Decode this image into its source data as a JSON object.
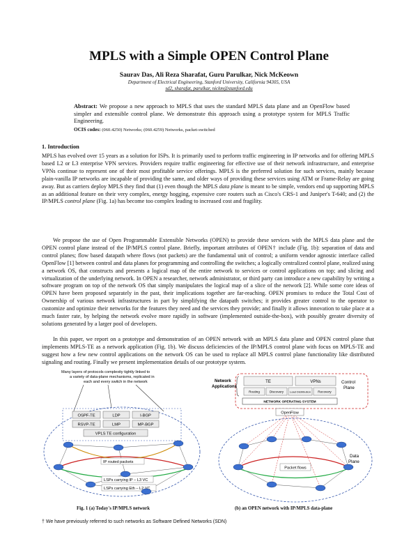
{
  "title": "MPLS with a Simple OPEN Control Plane",
  "authors": "Saurav Das, Ali Reza Sharafat, Guru Parulkar, Nick McKeown",
  "affiliation": "Department of Electrical Engineering, Stanford University, California 94305, USA",
  "email": "sd2, sharafat, parulkar, nickm@stanford.edu",
  "abstract": {
    "label": "Abstract:",
    "text": "We propose a new approach to MPLS that uses the standard MPLS data plane and an OpenFlow based simpler and extensible control plane. We demonstrate this approach using a prototype system for MPLS Traffic Engineering."
  },
  "ocis": {
    "label": "OCIS codes:",
    "text": "(060.4250) Networks; (060.4259) Networks, packet-switched"
  },
  "section1_heading": "1.    Introduction",
  "paragraphs": {
    "p1_a": "MPLS has evolved over 15 years as a solution for ISPs. It is primarily used to perform traffic engineering in IP networks and for offering MPLS based L2 or L3 enterprise VPN services. Providers require traffic engineering for effective use of their network infrastructure, and enterprise VPNs continue to represent one of their most profitable service offerings. MPLS is the preferred solution for such services, mainly because plain-vanilla IP networks are incapable of providing the same, and older ways of providing these services using ATM or Frame-Relay are going away. But as carriers deploy MPLS they find that (1) even though the MPLS ",
    "p1_it1": "data plane",
    "p1_b": " is meant to be simple, vendors end up supporting MPLS as an additional feature on their very complex, energy hogging, expensive core routers such as Cisco's CRS-1 and Juniper's T-640; and (2) the IP/MPLS ",
    "p1_it2": "control plane",
    "p1_c": " (Fig. 1a) has become too complex leading to increased cost and fragility.",
    "p2": "We propose the use of Open Programmable Extensible Networks (OPEN) to provide these services with the MPLS data plane and the OPEN control plane instead of the IP/MPLS control plane.  Briefly, important attributes of OPEN† include (Fig. 1b): separation of data and control planes; flow based datapath where flows (not packets) are the fundamental unit of control; a uniform vendor agnostic interface called OpenFlow [1] between control and data planes for programming and controlling the switches; a logically centralized control plane, realized using a network OS, that constructs and presents a logical map of the entire network to services or control applications on top; and slicing and virtualization of the underlying network. In OPEN a researcher, network administrator, or third party can introduce a new capability by writing a software program on top of the network OS that simply manipulates the logical map of a slice of the network [2].  While some core ideas of OPEN have been proposed separately in the past, their implications together are far-reaching. OPEN promises to reduce the Total Cost of Ownership of various network infrastructures in part by simplifying the datapath switches; it provides greater control to the operator to customize and optimize their networks for the features they need and the services they provide; and finally it allows innovation to take place at a much faster rate, by helping the network evolve more rapidly in software (implemented outside-the-box), with possibly greater diversity of solutions generated by a larger pool of  developers.",
    "p3": "In this paper, we report on a prototype and demonstration of an OPEN network with an MPLS data plane and OPEN control plane that implements MPLS-TE as a network application (Fig. 1b). We discuss deficiencies of the IP/MPLS control plane with focus on MPLS-TE  and suggest how a few new control applications on the network OS can be used to replace all MPLS control plane functionality like distributed signaling and routing. Finally we present implementation details of our prototype system."
  },
  "figure": {
    "left_note": "Many layers of protocols complexity tightly linked to a variety of data-plane mechanisms, replicated in each and every switch in the network",
    "protocols": [
      "OSPF-TE",
      "LDP",
      "I-BGP",
      "RSVP-TE",
      "LMP",
      "MP-BGP"
    ],
    "vpls_te": "VPLS TE configuration",
    "ip_routed": "IP routed packets",
    "lsps_ip": "LSPs carrying IP – L3 VC",
    "lsps_eth": "LSPs carrying Eth – L2 VC",
    "net_apps": "Network Applications",
    "control_plane": "Control Plane",
    "app_boxes": [
      "TE",
      "VPNs"
    ],
    "app_small": [
      "Routing",
      "Discovery",
      "Load Distribution",
      "Recovery"
    ],
    "nos": "NETWORK OPERATING SYSTEM",
    "openflow": "OpenFlow",
    "data_plane": "Data Plane",
    "packet_flows": "Packet flows"
  },
  "caption_a": "Fig. 1 (a) Today's IP/MPLS network",
  "caption_b": "(b) an OPEN network with IP/MPLS data-plane",
  "footnote": "† We have previously referred to such networks as Software Defined Networks (SDN)",
  "colors": {
    "router": "#3b6fd0",
    "dashed_red": "#cc2222",
    "dashed_blue": "#3355aa"
  }
}
